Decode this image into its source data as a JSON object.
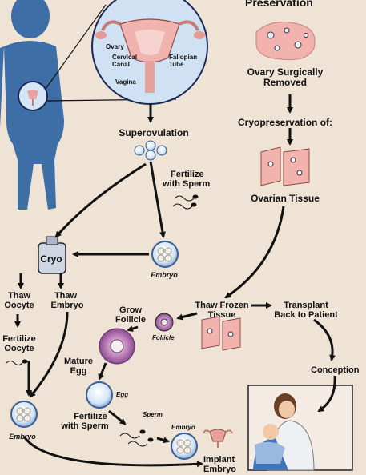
{
  "title": "Preservation",
  "anatomy": {
    "ovary": "Ovary",
    "cervical_canal_1": "Cervical",
    "cervical_canal_2": "Canal",
    "vagina": "Vagina",
    "fallopian_1": "Fallopian",
    "fallopian_2": "Tube"
  },
  "right_column": {
    "ovary_removed_1": "Ovary Surgically",
    "ovary_removed_2": "Removed",
    "cryopreservation": "Cryopreservation of:",
    "ovarian_tissue": "Ovarian Tissue"
  },
  "left_flow": {
    "superovulation": "Superovulation",
    "fertilize_sperm_1": "Fertilize",
    "fertilize_sperm_2": "with Sperm",
    "embryo_top": "Embryo",
    "cryo": "Cryo",
    "thaw_oocyte_1": "Thaw",
    "thaw_oocyte_2": "Oocyte",
    "thaw_embryo_1": "Thaw",
    "thaw_embryo_2": "Embryo",
    "fertilize_oocyte_1": "Fertilize",
    "fertilize_oocyte_2": "Oocyte",
    "embryo_left": "Embryo"
  },
  "bottom_flow": {
    "thaw_frozen_1": "Thaw Frozen",
    "thaw_frozen_2": "Tissue",
    "transplant_1": "Transplant",
    "transplant_2": "Back to Patient",
    "grow_follicle_1": "Grow",
    "grow_follicle_2": "Follicle",
    "follicle": "Follicle",
    "mature_egg_1": "Mature",
    "mature_egg_2": "Egg",
    "egg": "Egg",
    "fertilize_sperm_1": "Fertilize",
    "fertilize_sperm_2": "with Sperm",
    "sperm": "Sperm",
    "embryo": "Embryo",
    "conception": "Conception",
    "implant_1": "Implant",
    "implant_2": "Embryo"
  },
  "colors": {
    "background": "#efe3d6",
    "silhouette": "#3d6ea6",
    "tissue": "#f2b3ae",
    "embryo_ring": "#5b86c0",
    "follicle": "#b879b5",
    "arrow": "#111111"
  }
}
